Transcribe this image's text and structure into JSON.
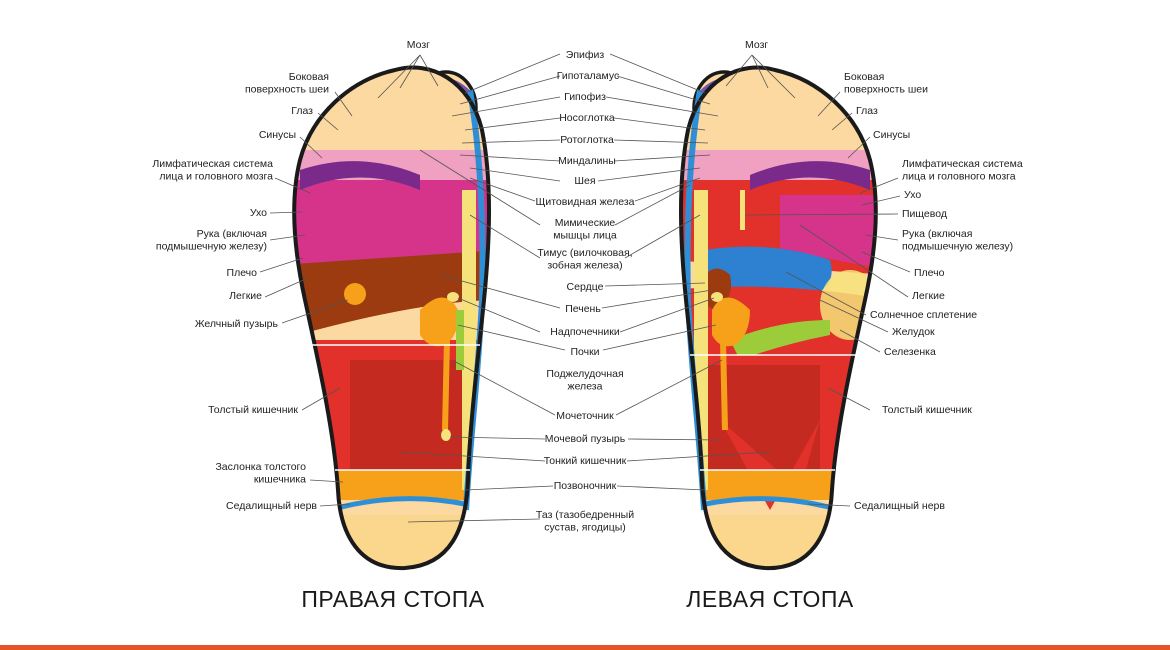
{
  "right_foot": {
    "title": "ПРАВАЯ СТОПА",
    "labels": [
      {
        "id": "brain",
        "lines": [
          "Мозг"
        ]
      },
      {
        "id": "neck-side",
        "lines": [
          "Боковая",
          "поверхность шеи"
        ]
      },
      {
        "id": "eye",
        "lines": [
          "Глаз"
        ]
      },
      {
        "id": "sinuses",
        "lines": [
          "Синусы"
        ]
      },
      {
        "id": "lymph",
        "lines": [
          "Лимфатическая система",
          "лица и головного мозга"
        ]
      },
      {
        "id": "ear",
        "lines": [
          "Ухо"
        ]
      },
      {
        "id": "arm",
        "lines": [
          "Рука (включая",
          "подмышечную железу)"
        ]
      },
      {
        "id": "shoulder",
        "lines": [
          "Плечо"
        ]
      },
      {
        "id": "lungs",
        "lines": [
          "Легкие"
        ]
      },
      {
        "id": "gallbladder",
        "lines": [
          "Желчный пузырь"
        ]
      },
      {
        "id": "colon",
        "lines": [
          "Толстый кишечник"
        ]
      },
      {
        "id": "valve",
        "lines": [
          "Заслонка толстого",
          "кишечника"
        ]
      },
      {
        "id": "sciatic",
        "lines": [
          "Седалищный нерв"
        ]
      }
    ]
  },
  "left_foot": {
    "title": "ЛЕВАЯ СТОПА",
    "labels": [
      {
        "id": "brain",
        "lines": [
          "Мозг"
        ]
      },
      {
        "id": "neck-side",
        "lines": [
          "Боковая",
          "поверхность шеи"
        ]
      },
      {
        "id": "eye",
        "lines": [
          "Глаз"
        ]
      },
      {
        "id": "sinuses",
        "lines": [
          "Синусы"
        ]
      },
      {
        "id": "lymph",
        "lines": [
          "Лимфатическая система",
          "лица и головного мозга"
        ]
      },
      {
        "id": "ear",
        "lines": [
          "Ухо"
        ]
      },
      {
        "id": "esophagus",
        "lines": [
          "Пищевод"
        ]
      },
      {
        "id": "arm",
        "lines": [
          "Рука (включая",
          "подмышечную железу)"
        ]
      },
      {
        "id": "shoulder",
        "lines": [
          "Плечо"
        ]
      },
      {
        "id": "lungs",
        "lines": [
          "Легкие"
        ]
      },
      {
        "id": "solar",
        "lines": [
          "Солнечное сплетение"
        ]
      },
      {
        "id": "stomach",
        "lines": [
          "Желудок"
        ]
      },
      {
        "id": "spleen",
        "lines": [
          "Селезенка"
        ]
      },
      {
        "id": "colon",
        "lines": [
          "Толстый кишечник"
        ]
      },
      {
        "id": "sciatic",
        "lines": [
          "Седалищный нерв"
        ]
      }
    ]
  },
  "center": {
    "labels": [
      {
        "id": "pineal",
        "lines": [
          "Эпифиз"
        ]
      },
      {
        "id": "hypothalamus",
        "lines": [
          "Гипоталамус"
        ]
      },
      {
        "id": "pituitary",
        "lines": [
          "Гипофиз"
        ]
      },
      {
        "id": "nasopharynx",
        "lines": [
          "Носоглотка"
        ]
      },
      {
        "id": "oropharynx",
        "lines": [
          "Ротоглотка"
        ]
      },
      {
        "id": "tonsils",
        "lines": [
          "Миндалины"
        ]
      },
      {
        "id": "neck",
        "lines": [
          "Шея"
        ]
      },
      {
        "id": "thyroid",
        "lines": [
          "Щитовидная железа"
        ]
      },
      {
        "id": "facial",
        "lines": [
          "Мимические",
          "мышцы лица"
        ]
      },
      {
        "id": "thymus",
        "lines": [
          "Тимус (вилочковая,",
          "зобная железа)"
        ]
      },
      {
        "id": "heart",
        "lines": [
          "Сердце"
        ]
      },
      {
        "id": "liver",
        "lines": [
          "Печень"
        ]
      },
      {
        "id": "adrenals",
        "lines": [
          "Надпочечники"
        ]
      },
      {
        "id": "kidneys",
        "lines": [
          "Почки"
        ]
      },
      {
        "id": "pancreas",
        "lines": [
          "Поджелудочная",
          "железа"
        ]
      },
      {
        "id": "ureter",
        "lines": [
          "Мочеточник"
        ]
      },
      {
        "id": "bladder",
        "lines": [
          "Мочевой пузырь"
        ]
      },
      {
        "id": "small-intestine",
        "lines": [
          "Тонкий кишечник"
        ]
      },
      {
        "id": "spine",
        "lines": [
          "Позвоночник"
        ]
      },
      {
        "id": "pelvis",
        "lines": [
          "Таз (тазобедренный",
          "сустав, ягодицы)"
        ]
      }
    ]
  },
  "colors": {
    "outline": "#1a1a1a",
    "spine_blue": "#2f8fd6",
    "magenta": "#d6338a",
    "purple": "#7a2a8a",
    "brown": "#9c3a10",
    "red": "#e2302b",
    "dark_red": "#c42a1f",
    "orange": "#f7a11a",
    "peach": "#fcd9a0",
    "pale_yellow": "#f6e27a",
    "yellow_green": "#9ccc3a",
    "light_blue": "#2e80d0",
    "pink": "#f0a0c0",
    "accent_bar": "#e5532d"
  }
}
